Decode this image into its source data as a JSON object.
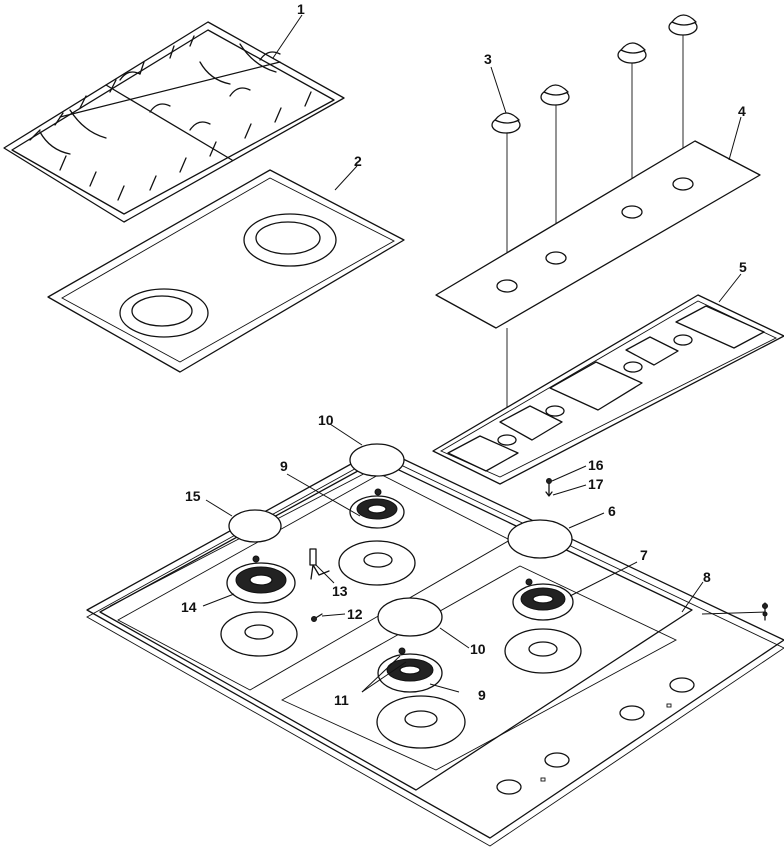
{
  "diagram": {
    "callouts": {
      "c1": "1",
      "c2": "2",
      "c3": "3",
      "c4": "4",
      "c5": "5",
      "c6": "6",
      "c7": "7",
      "c8": "8",
      "c9a": "9",
      "c9b": "9",
      "c10a": "10",
      "c10b": "10",
      "c11": "11",
      "c12": "12",
      "c13": "13",
      "c14": "14",
      "c15": "15",
      "c16": "16",
      "c17": "17"
    }
  }
}
